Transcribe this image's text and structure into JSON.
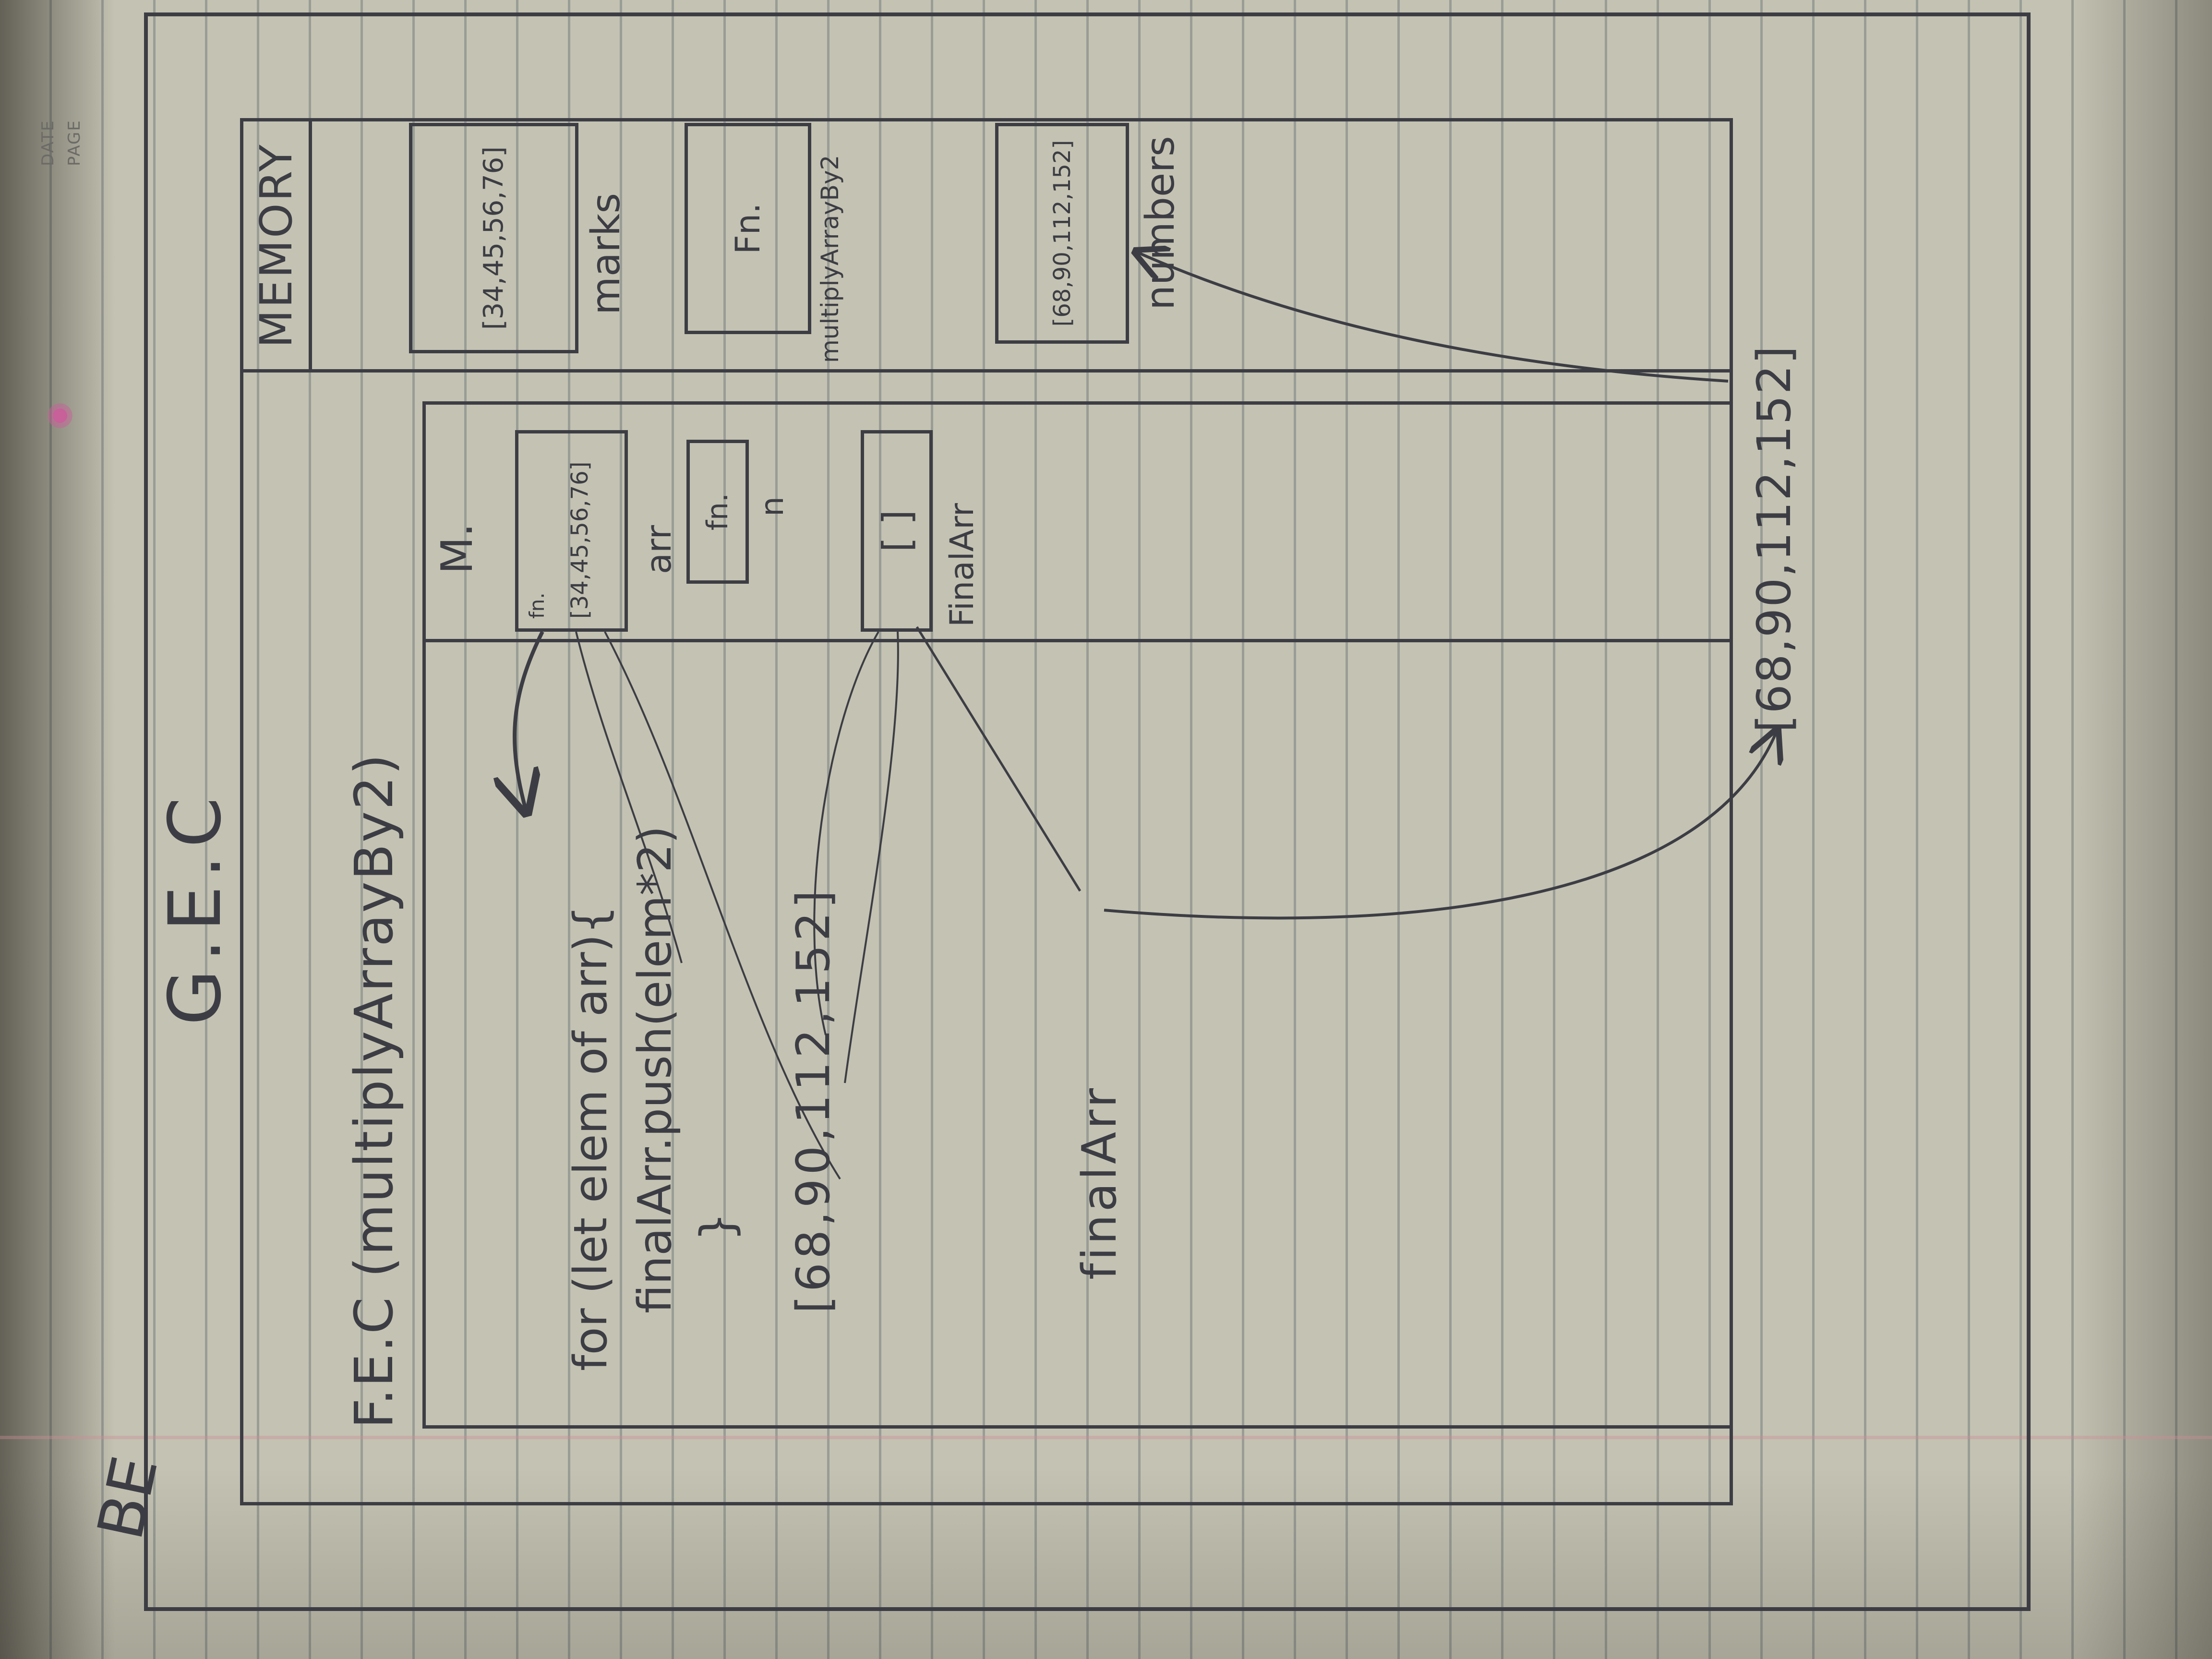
{
  "paper": {
    "date_label": "DATE",
    "page_label": "PAGE",
    "corner_note": "BE",
    "logo_icon": "lotus-icon"
  },
  "gec": {
    "title": "G.E.C",
    "memory": {
      "header": "MEMORY",
      "items": [
        {
          "value": "[34,45,56,76]",
          "label": "marks"
        },
        {
          "value": "Fn.",
          "label": "multiplyArrayBy2"
        },
        {
          "value": "[68,90,112,152]",
          "label": "numbers"
        }
      ]
    }
  },
  "fec": {
    "title": "F.E.C (multiplyArrayBy2)",
    "memory": {
      "header": "M.",
      "items": [
        {
          "type": "fn.",
          "value": "[34,45,56,76]",
          "label": "arr"
        },
        {
          "value": "fn.",
          "label": "n"
        },
        {
          "value": "[ ]",
          "label": "FinalArr"
        }
      ]
    },
    "code": [
      "for (let elem of arr){",
      "finalArr.push(elem*2)",
      "}"
    ],
    "result": "[68,90,112,152]",
    "return_label": "finalArr"
  },
  "output": "[68,90,112,152]",
  "colors": {
    "paper": "#c4c2b2",
    "ink": "#3c3d44",
    "rule": "#64707a",
    "margin": "#cd8c96"
  }
}
